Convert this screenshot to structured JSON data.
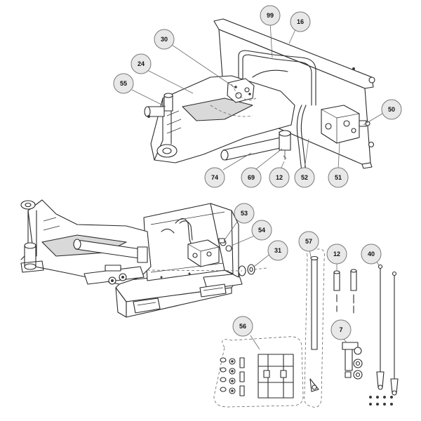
{
  "callouts": [
    {
      "id": "c16",
      "label": "16"
    },
    {
      "id": "c99",
      "label": "99"
    },
    {
      "id": "c30",
      "label": "30"
    },
    {
      "id": "c24",
      "label": "24"
    },
    {
      "id": "c55",
      "label": "55"
    },
    {
      "id": "c50",
      "label": "50"
    },
    {
      "id": "c74",
      "label": "74"
    },
    {
      "id": "c69",
      "label": "69"
    },
    {
      "id": "c12a",
      "label": "12"
    },
    {
      "id": "c52",
      "label": "52"
    },
    {
      "id": "c51",
      "label": "51"
    },
    {
      "id": "c53",
      "label": "53"
    },
    {
      "id": "c54",
      "label": "54"
    },
    {
      "id": "c31",
      "label": "31"
    },
    {
      "id": "c57",
      "label": "57"
    },
    {
      "id": "c12b",
      "label": "12"
    },
    {
      "id": "c40",
      "label": "40"
    },
    {
      "id": "c56",
      "label": "56"
    },
    {
      "id": "c7",
      "label": "7"
    }
  ]
}
